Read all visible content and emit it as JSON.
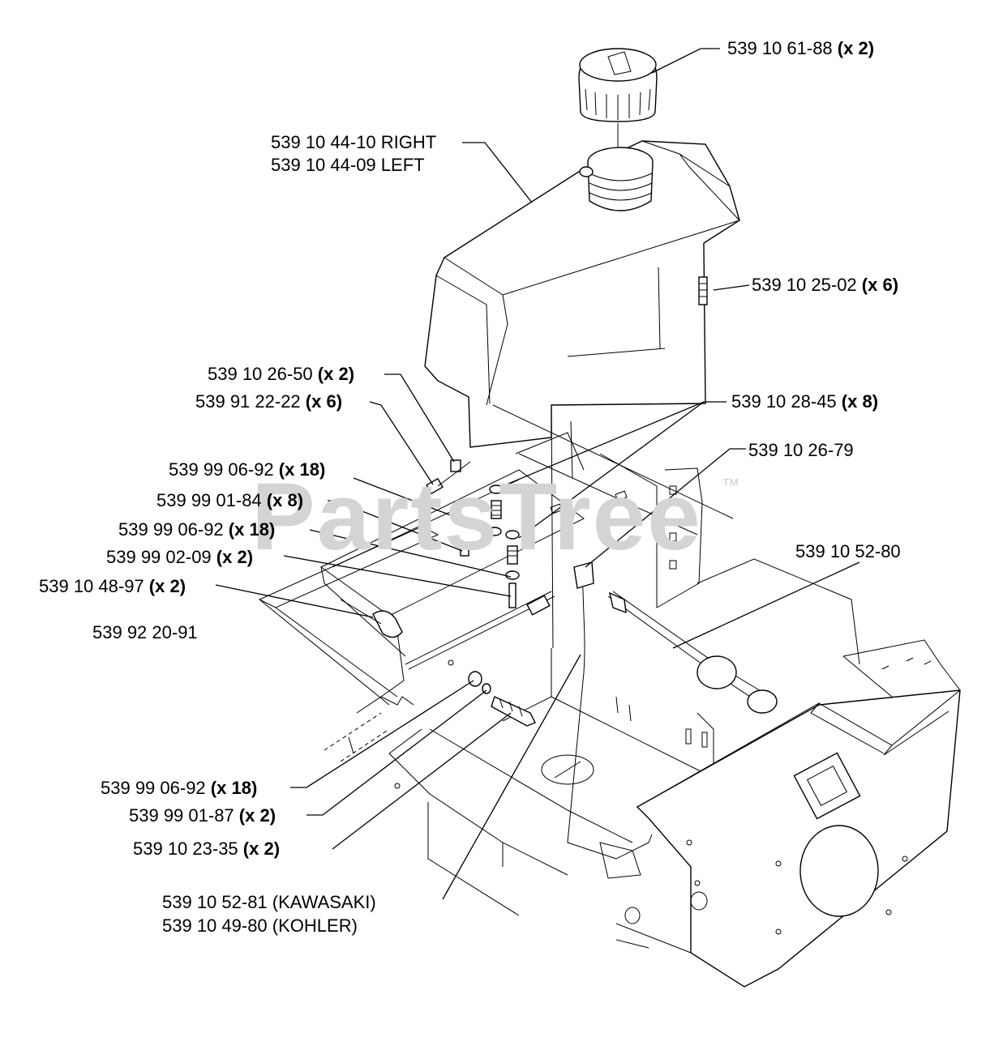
{
  "watermark": {
    "text": "PartsTree",
    "trademark": "™"
  },
  "callouts": [
    {
      "id": "c1",
      "part": "539 10 61-88",
      "qty": "(x 2)"
    },
    {
      "id": "c2",
      "part": "539 10 44-10 RIGHT",
      "qty": ""
    },
    {
      "id": "c3",
      "part": "539 10 44-09 LEFT",
      "qty": ""
    },
    {
      "id": "c4",
      "part": "539 10 25-02",
      "qty": "(x 6)"
    },
    {
      "id": "c5",
      "part": "539 10 26-50",
      "qty": "(x 2)"
    },
    {
      "id": "c6",
      "part": "539 91 22-22",
      "qty": "(x 6)"
    },
    {
      "id": "c7",
      "part": "539 10 28-45",
      "qty": "(x 8)"
    },
    {
      "id": "c8",
      "part": "539 10 26-79",
      "qty": ""
    },
    {
      "id": "c9",
      "part": "539 99 06-92",
      "qty": "(x 18)"
    },
    {
      "id": "c10",
      "part": "539 99 01-84",
      "qty": "(x 8)"
    },
    {
      "id": "c11",
      "part": "539 99 06-92",
      "qty": "(x 18)"
    },
    {
      "id": "c12",
      "part": "539 99 02-09",
      "qty": "(x 2)"
    },
    {
      "id": "c13",
      "part": "539 10 52-80",
      "qty": ""
    },
    {
      "id": "c14",
      "part": "539 10 48-97",
      "qty": "(x 2)"
    },
    {
      "id": "c15",
      "part": "539 92 20-91",
      "qty": ""
    },
    {
      "id": "c16",
      "part": "539 99 06-92",
      "qty": "(x 18)"
    },
    {
      "id": "c17",
      "part": "539 99 01-87",
      "qty": "(x 2)"
    },
    {
      "id": "c18",
      "part": "539 10 23-35",
      "qty": "(x 2)"
    },
    {
      "id": "c19",
      "part": "539 10 52-81 (KAWASAKI)",
      "qty": ""
    },
    {
      "id": "c20",
      "part": "539 10 49-80 (KOHLER)",
      "qty": ""
    }
  ]
}
